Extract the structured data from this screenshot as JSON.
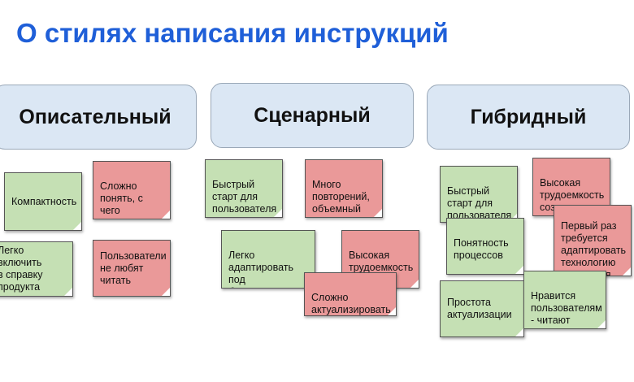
{
  "title": "О стилях написания инструкций",
  "columns": [
    {
      "header": "Описательный"
    },
    {
      "header": "Сценарный"
    },
    {
      "header": "Гибридный"
    }
  ],
  "notes": {
    "compactness": "Компактность",
    "hard_to_start": "Сложно\nпонять, с чего\nначать",
    "easy_include": "Легко включить\nв справку\nпродукта",
    "users_dislike": "Пользователи\nне любят\nчитать",
    "quick_start": "Быстрый\nстарт для\nпользователя",
    "many_repeats": "Много\nповторений,\nобъемный",
    "easy_adapt": "Легко\nадаптировать под\nбизнес-процессы",
    "high_effort": "Высокая\nтрудоемкость\nсоздания",
    "hard_update": "Сложно\nактуализировать",
    "hybrid_quick_start": "Быстрый\nстарт для\nпользователя",
    "hybrid_high_effort": "Высокая\nтрудоемкость\nсоздания",
    "process_clarity": "Понятность\nпроцессов",
    "first_time": "Первый раз\nтребуется\nадаптировать\nтехнологию\nнаписания",
    "easy_actualize": "Простота\nактуализации",
    "users_like": "Нравится\nпользователям\n- читают"
  },
  "colors": {
    "title": "#1f5fd8",
    "header_bg": "#dbe7f4",
    "pro_note": "#c5e0b4",
    "con_note": "#ea9999"
  }
}
